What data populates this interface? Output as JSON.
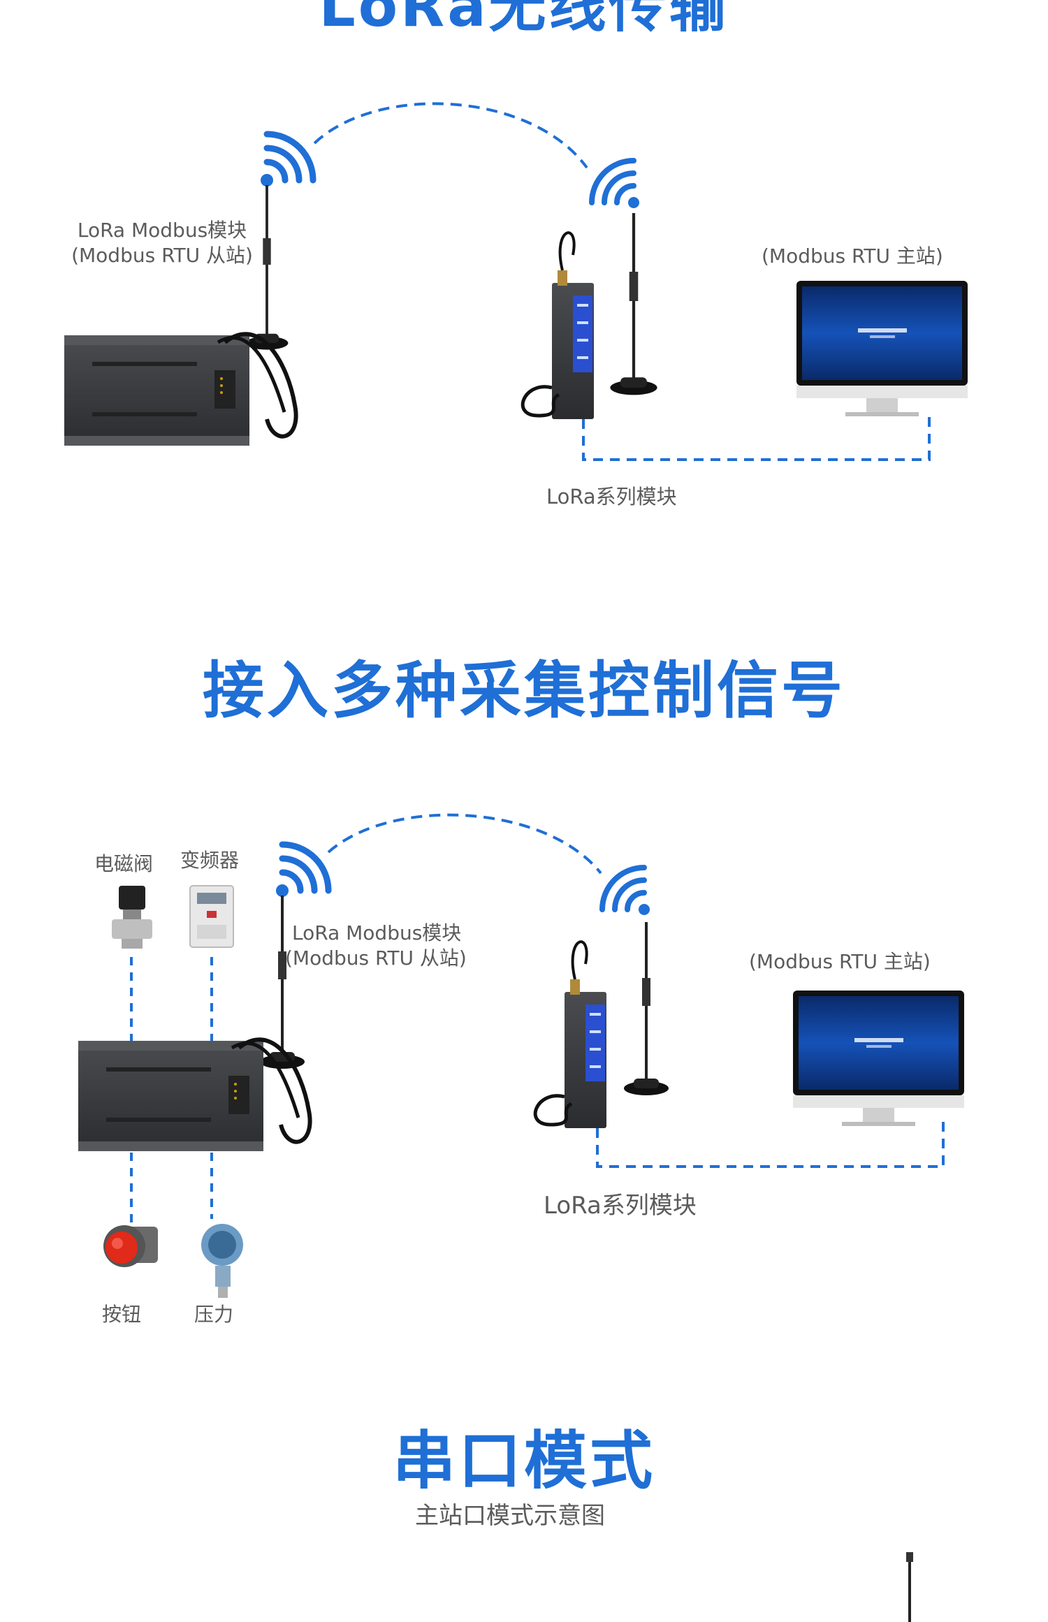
{
  "colors": {
    "accent": "#1f6fd6",
    "text": "#5b5b5b",
    "device": "#3a3c40",
    "module_blue": "#2a4fd0",
    "screen": "#0b3a8a"
  },
  "section1": {
    "title": "LoRa无线传输",
    "slave_label_1": "LoRa Modbus模块",
    "slave_label_2": "(Modbus RTU 从站)",
    "master_label": "(Modbus RTU 主站)",
    "module_label": "LoRa系列模块"
  },
  "section2": {
    "title": "接入多种采集控制信号",
    "valve_label": "电磁阀",
    "inverter_label": "变频器",
    "slave_label_1": "LoRa Modbus模块",
    "slave_label_2": "(Modbus RTU 从站)",
    "master_label": "(Modbus RTU 主站)",
    "module_label": "LoRa系列模块",
    "button_label": "按钮",
    "pressure_label": "压力"
  },
  "section3": {
    "title": "串口模式",
    "subtitle": "主站口模式示意图"
  },
  "icons": [
    "wifi-signal-icon",
    "antenna-icon",
    "monitor-icon",
    "plc-device-icon",
    "lora-module-icon",
    "solenoid-valve-icon",
    "inverter-icon",
    "push-button-icon",
    "pressure-sensor-icon"
  ]
}
